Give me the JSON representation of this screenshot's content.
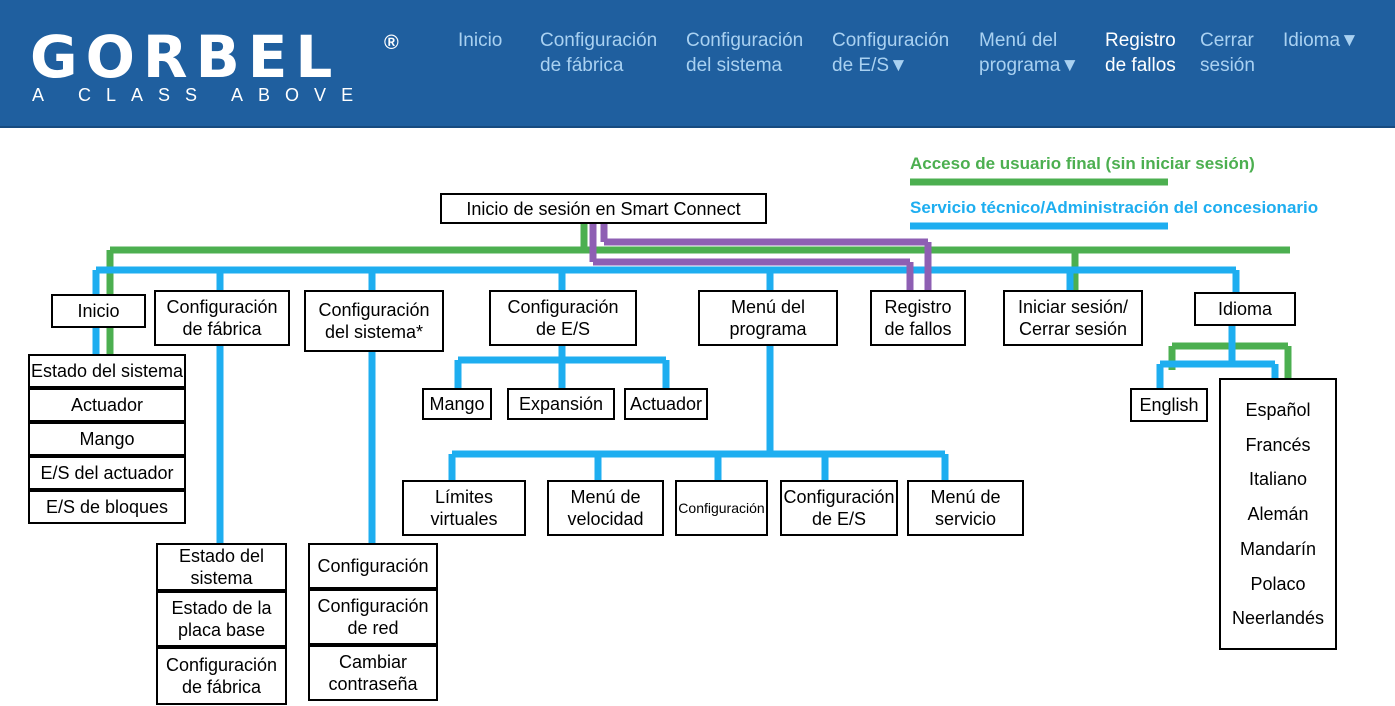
{
  "header": {
    "logo": {
      "word": "GORBEL",
      "registered": "®",
      "tagline": "A CLASS ABOVE"
    },
    "nav": [
      {
        "label": "Inicio"
      },
      {
        "label": "Configuración\nde fábrica"
      },
      {
        "label": "Configuración\ndel sistema"
      },
      {
        "label": "Configuración\nde E/S▼"
      },
      {
        "label": "Menú del\nprograma▼"
      },
      {
        "label": "Registro\nde fallos"
      },
      {
        "label": "Cerrar\nsesión"
      },
      {
        "label": "Idioma▼"
      }
    ]
  },
  "legend": {
    "end_user": {
      "label": "Acceso de usuario final (sin iniciar sesión)",
      "color": "#4caf50"
    },
    "dealer": {
      "label": "Servicio técnico/Administración del concesionario",
      "color": "#1eaef0"
    },
    "purple": "#8e5fb3"
  },
  "diagram": {
    "root": "Inicio de sesión en Smart Connect",
    "inicio": {
      "label": "Inicio",
      "children": [
        "Estado del sistema",
        "Actuador",
        "Mango",
        "E/S del actuador",
        "E/S de bloques"
      ]
    },
    "fabrica": {
      "label": "Configuración\nde fábrica",
      "children": [
        "Estado del\nsistema",
        "Estado de la\nplaca base",
        "Configuración\nde fábrica"
      ]
    },
    "sistema": {
      "label": "Configuración\ndel sistema*",
      "children": [
        "Configuración",
        "Configuración\nde red",
        "Cambiar\ncontraseña"
      ]
    },
    "es": {
      "label": "Configuración\nde E/S",
      "children": [
        "Mango",
        "Expansión",
        "Actuador"
      ]
    },
    "programa": {
      "label": "Menú del\nprograma",
      "children": [
        "Límites\nvirtuales",
        "Menú de\nvelocidad",
        "Configuración",
        "Configuración\nde E/S",
        "Menú de\nservicio"
      ]
    },
    "fallos": {
      "label": "Registro\nde fallos"
    },
    "sesion": {
      "label": "Iniciar sesión/\nCerrar sesión"
    },
    "idioma": {
      "label": "Idioma",
      "english": "English",
      "others": [
        "Español",
        "Francés",
        "Italiano",
        "Alemán",
        "Mandarín",
        "Polaco",
        "Neerlandés"
      ]
    }
  }
}
